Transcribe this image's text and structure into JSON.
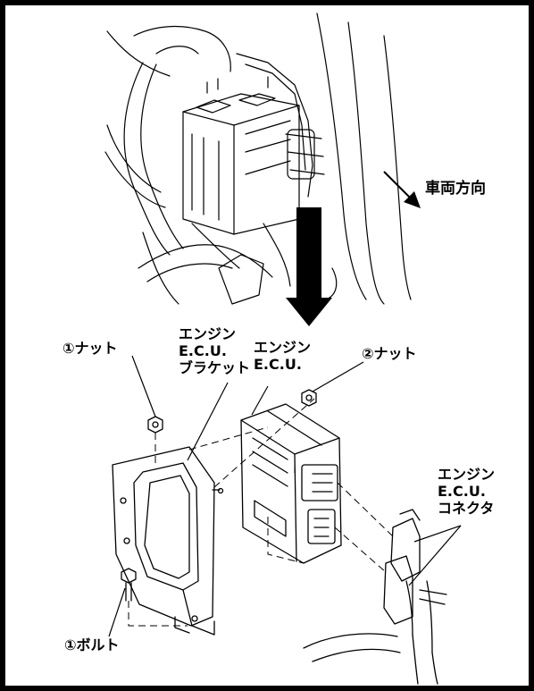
{
  "labels": {
    "direction": "車両方向",
    "nut1": "①ナット",
    "bracket": [
      "エンジン",
      "E.C.U.",
      "ブラケット"
    ],
    "ecu": [
      "エンジン",
      "E.C.U."
    ],
    "nut2": "②ナット",
    "connector": [
      "エンジン",
      "E.C.U.",
      "コネクタ"
    ],
    "bolt1": "①ボルト"
  }
}
